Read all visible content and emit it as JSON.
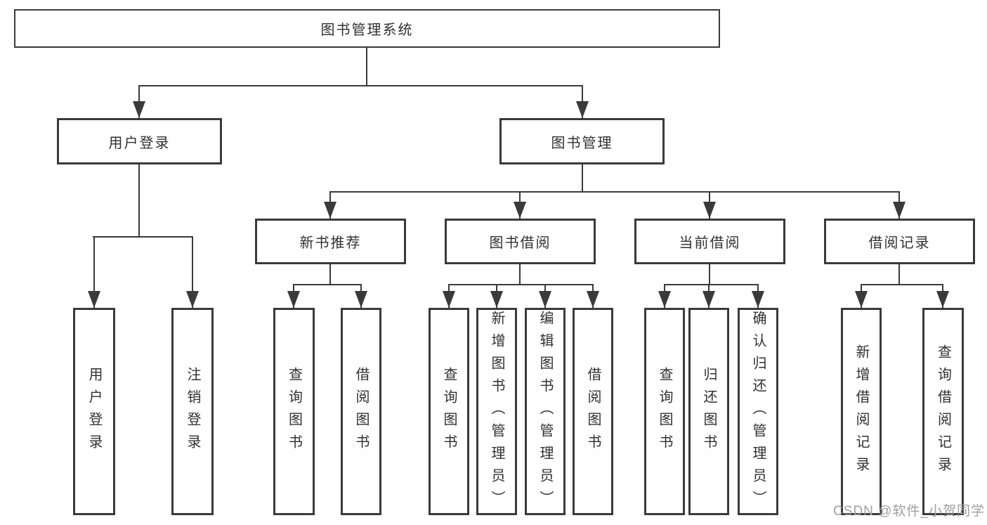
{
  "tree": {
    "root": {
      "label": "图书管理系统"
    },
    "branches": [
      {
        "label": "用户登录",
        "children": [
          {
            "label": "用户登录"
          },
          {
            "label": "注销登录"
          }
        ]
      },
      {
        "label": "图书管理",
        "children": [
          {
            "label": "新书推荐",
            "children": [
              {
                "label": "查询图书"
              },
              {
                "label": "借阅图书"
              }
            ]
          },
          {
            "label": "图书借阅",
            "children": [
              {
                "label": "查询图书"
              },
              {
                "label": "新增图书（管理员）"
              },
              {
                "label": "编辑图书（管理员）"
              },
              {
                "label": "借阅图书"
              }
            ]
          },
          {
            "label": "当前借阅",
            "children": [
              {
                "label": "查询图书"
              },
              {
                "label": "归还图书"
              },
              {
                "label": "确认归还（管理员）"
              }
            ]
          },
          {
            "label": "借阅记录",
            "children": [
              {
                "label": "新增借阅记录"
              },
              {
                "label": "查询借阅记录"
              }
            ]
          }
        ]
      }
    ]
  },
  "watermark": {
    "text": "CSDN @软件_小贺同学",
    "color": "#9e9e9e"
  },
  "colors": {
    "line": "#3a3a3a",
    "box_border": "#3a3a3a",
    "text": "#303030",
    "background": "#ffffff"
  }
}
